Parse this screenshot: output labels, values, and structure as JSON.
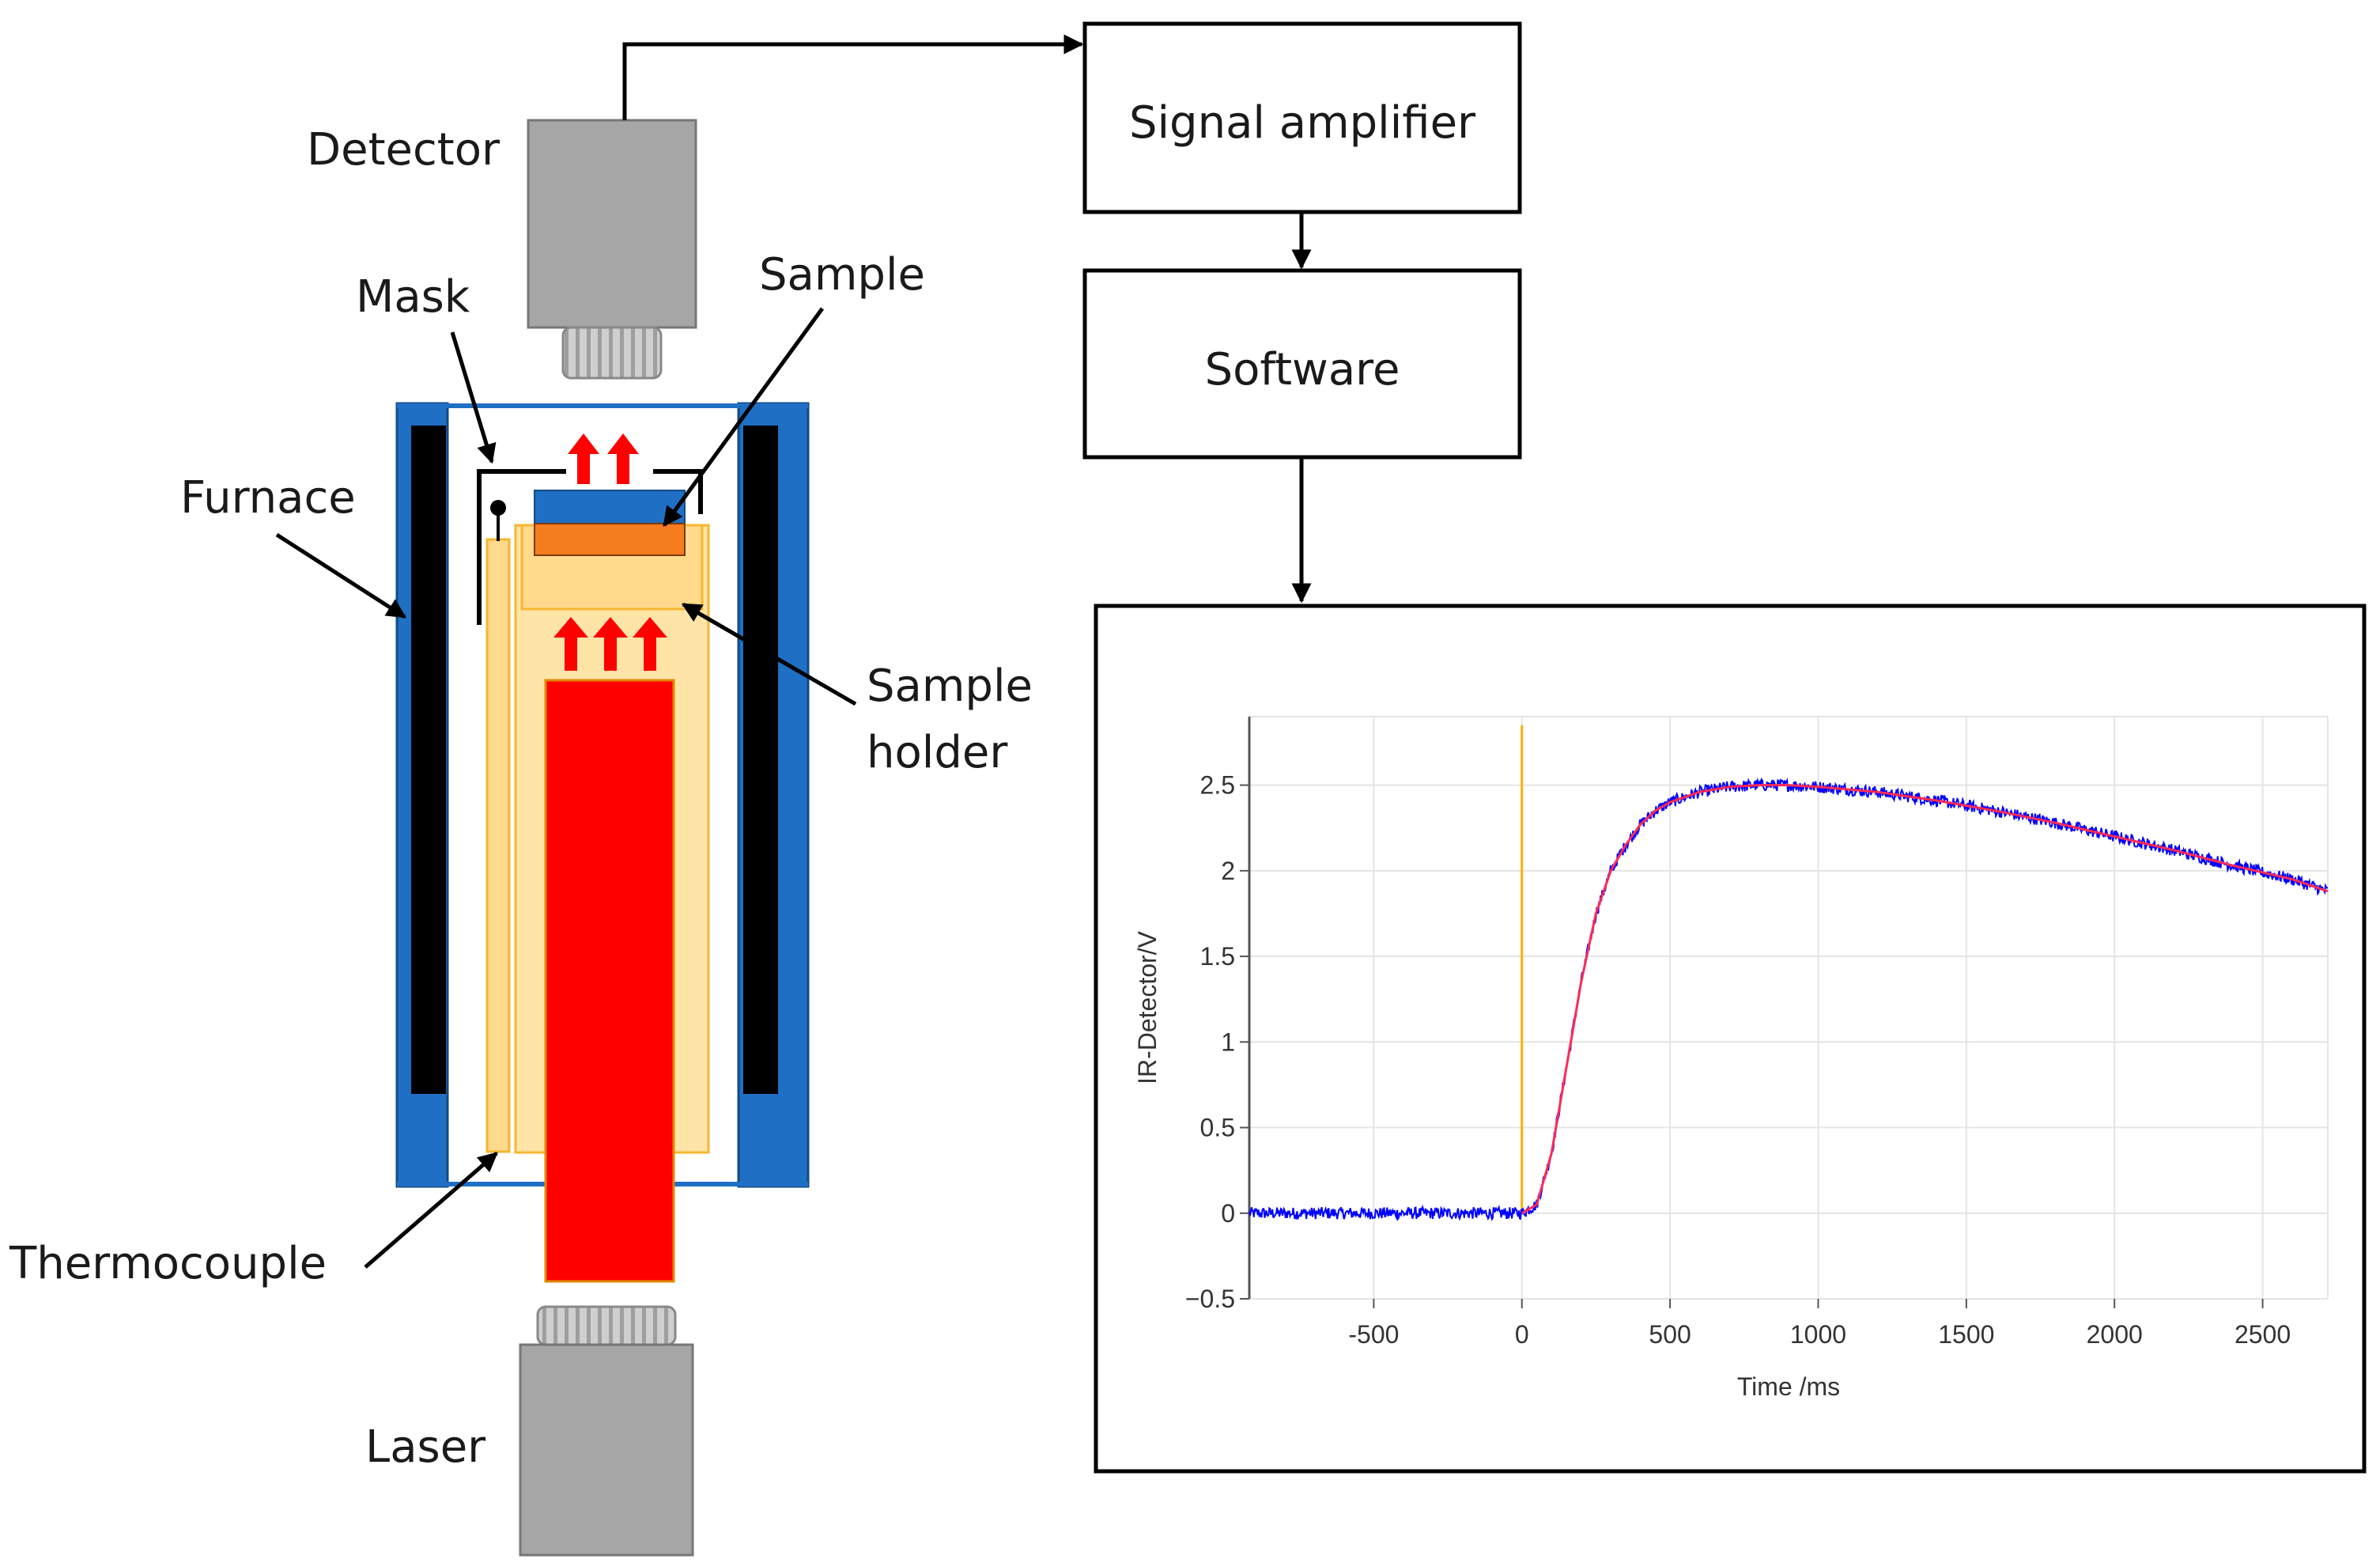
{
  "labels": {
    "detector": "Detector",
    "mask": "Mask",
    "sample": "Sample",
    "furnace": "Furnace",
    "sample_holder_line1": "Sample",
    "sample_holder_line2": "holder",
    "thermocouple": "Thermocouple",
    "laser": "Laser"
  },
  "boxes": {
    "signal_amplifier": "Signal amplifier",
    "software": "Software"
  },
  "colors": {
    "furnace": "#1f6fc4",
    "heater": "#000000",
    "holder": "#ffd98c",
    "holder_edge": "#f5b631",
    "laser_beam": "#ff0000",
    "sample_top": "#1f6fc4",
    "sample_bottom": "#f57c1f",
    "device": "#a6a6a6",
    "signal": "#0000ff",
    "fit": "#ff2a55",
    "pulse": "#ffb000"
  },
  "chart_data": {
    "type": "line",
    "xlabel": "Time /ms",
    "ylabel": "IR-Detector/V",
    "xlim": [
      -920,
      2720
    ],
    "ylim": [
      -0.5,
      2.9
    ],
    "x_ticks": [
      -500,
      0,
      500,
      1000,
      1500,
      2000,
      2500
    ],
    "x_tick_labels": [
      "-500",
      "0",
      "500",
      "1000",
      "1500",
      "2000",
      "2500"
    ],
    "y_ticks": [
      -0.5,
      0,
      0.5,
      1,
      1.5,
      2,
      2.5
    ],
    "y_tick_labels": [
      "−0.5",
      "0",
      "0.5",
      "1",
      "1.5",
      "2",
      "2.5"
    ],
    "grid": true,
    "pulse_marker": {
      "x": 0,
      "y_top": 2.85
    },
    "series": [
      {
        "style": "noisy",
        "x": [
          -920,
          -500,
          -200,
          0,
          50,
          100,
          150,
          200,
          250,
          300,
          350,
          400,
          450,
          500,
          600,
          700,
          800,
          900,
          1000,
          1200,
          1400,
          1600,
          1800,
          2000,
          2200,
          2400,
          2600,
          2720
        ],
        "y": [
          0.0,
          0.0,
          0.0,
          0.0,
          0.05,
          0.35,
          0.85,
          1.35,
          1.75,
          2.0,
          2.15,
          2.27,
          2.35,
          2.4,
          2.46,
          2.49,
          2.5,
          2.5,
          2.49,
          2.46,
          2.41,
          2.35,
          2.28,
          2.2,
          2.12,
          2.03,
          1.95,
          1.88
        ]
      },
      {
        "style": "fit",
        "x": [
          0,
          50,
          100,
          150,
          200,
          250,
          300,
          350,
          400,
          450,
          500,
          600,
          700,
          800,
          900,
          1000,
          1200,
          1400,
          1600,
          1800,
          2000,
          2200,
          2400,
          2600,
          2720
        ],
        "y": [
          0.0,
          0.05,
          0.35,
          0.85,
          1.35,
          1.75,
          2.0,
          2.15,
          2.27,
          2.35,
          2.4,
          2.46,
          2.49,
          2.5,
          2.5,
          2.49,
          2.46,
          2.41,
          2.35,
          2.28,
          2.2,
          2.12,
          2.03,
          1.95,
          1.88
        ]
      }
    ]
  }
}
